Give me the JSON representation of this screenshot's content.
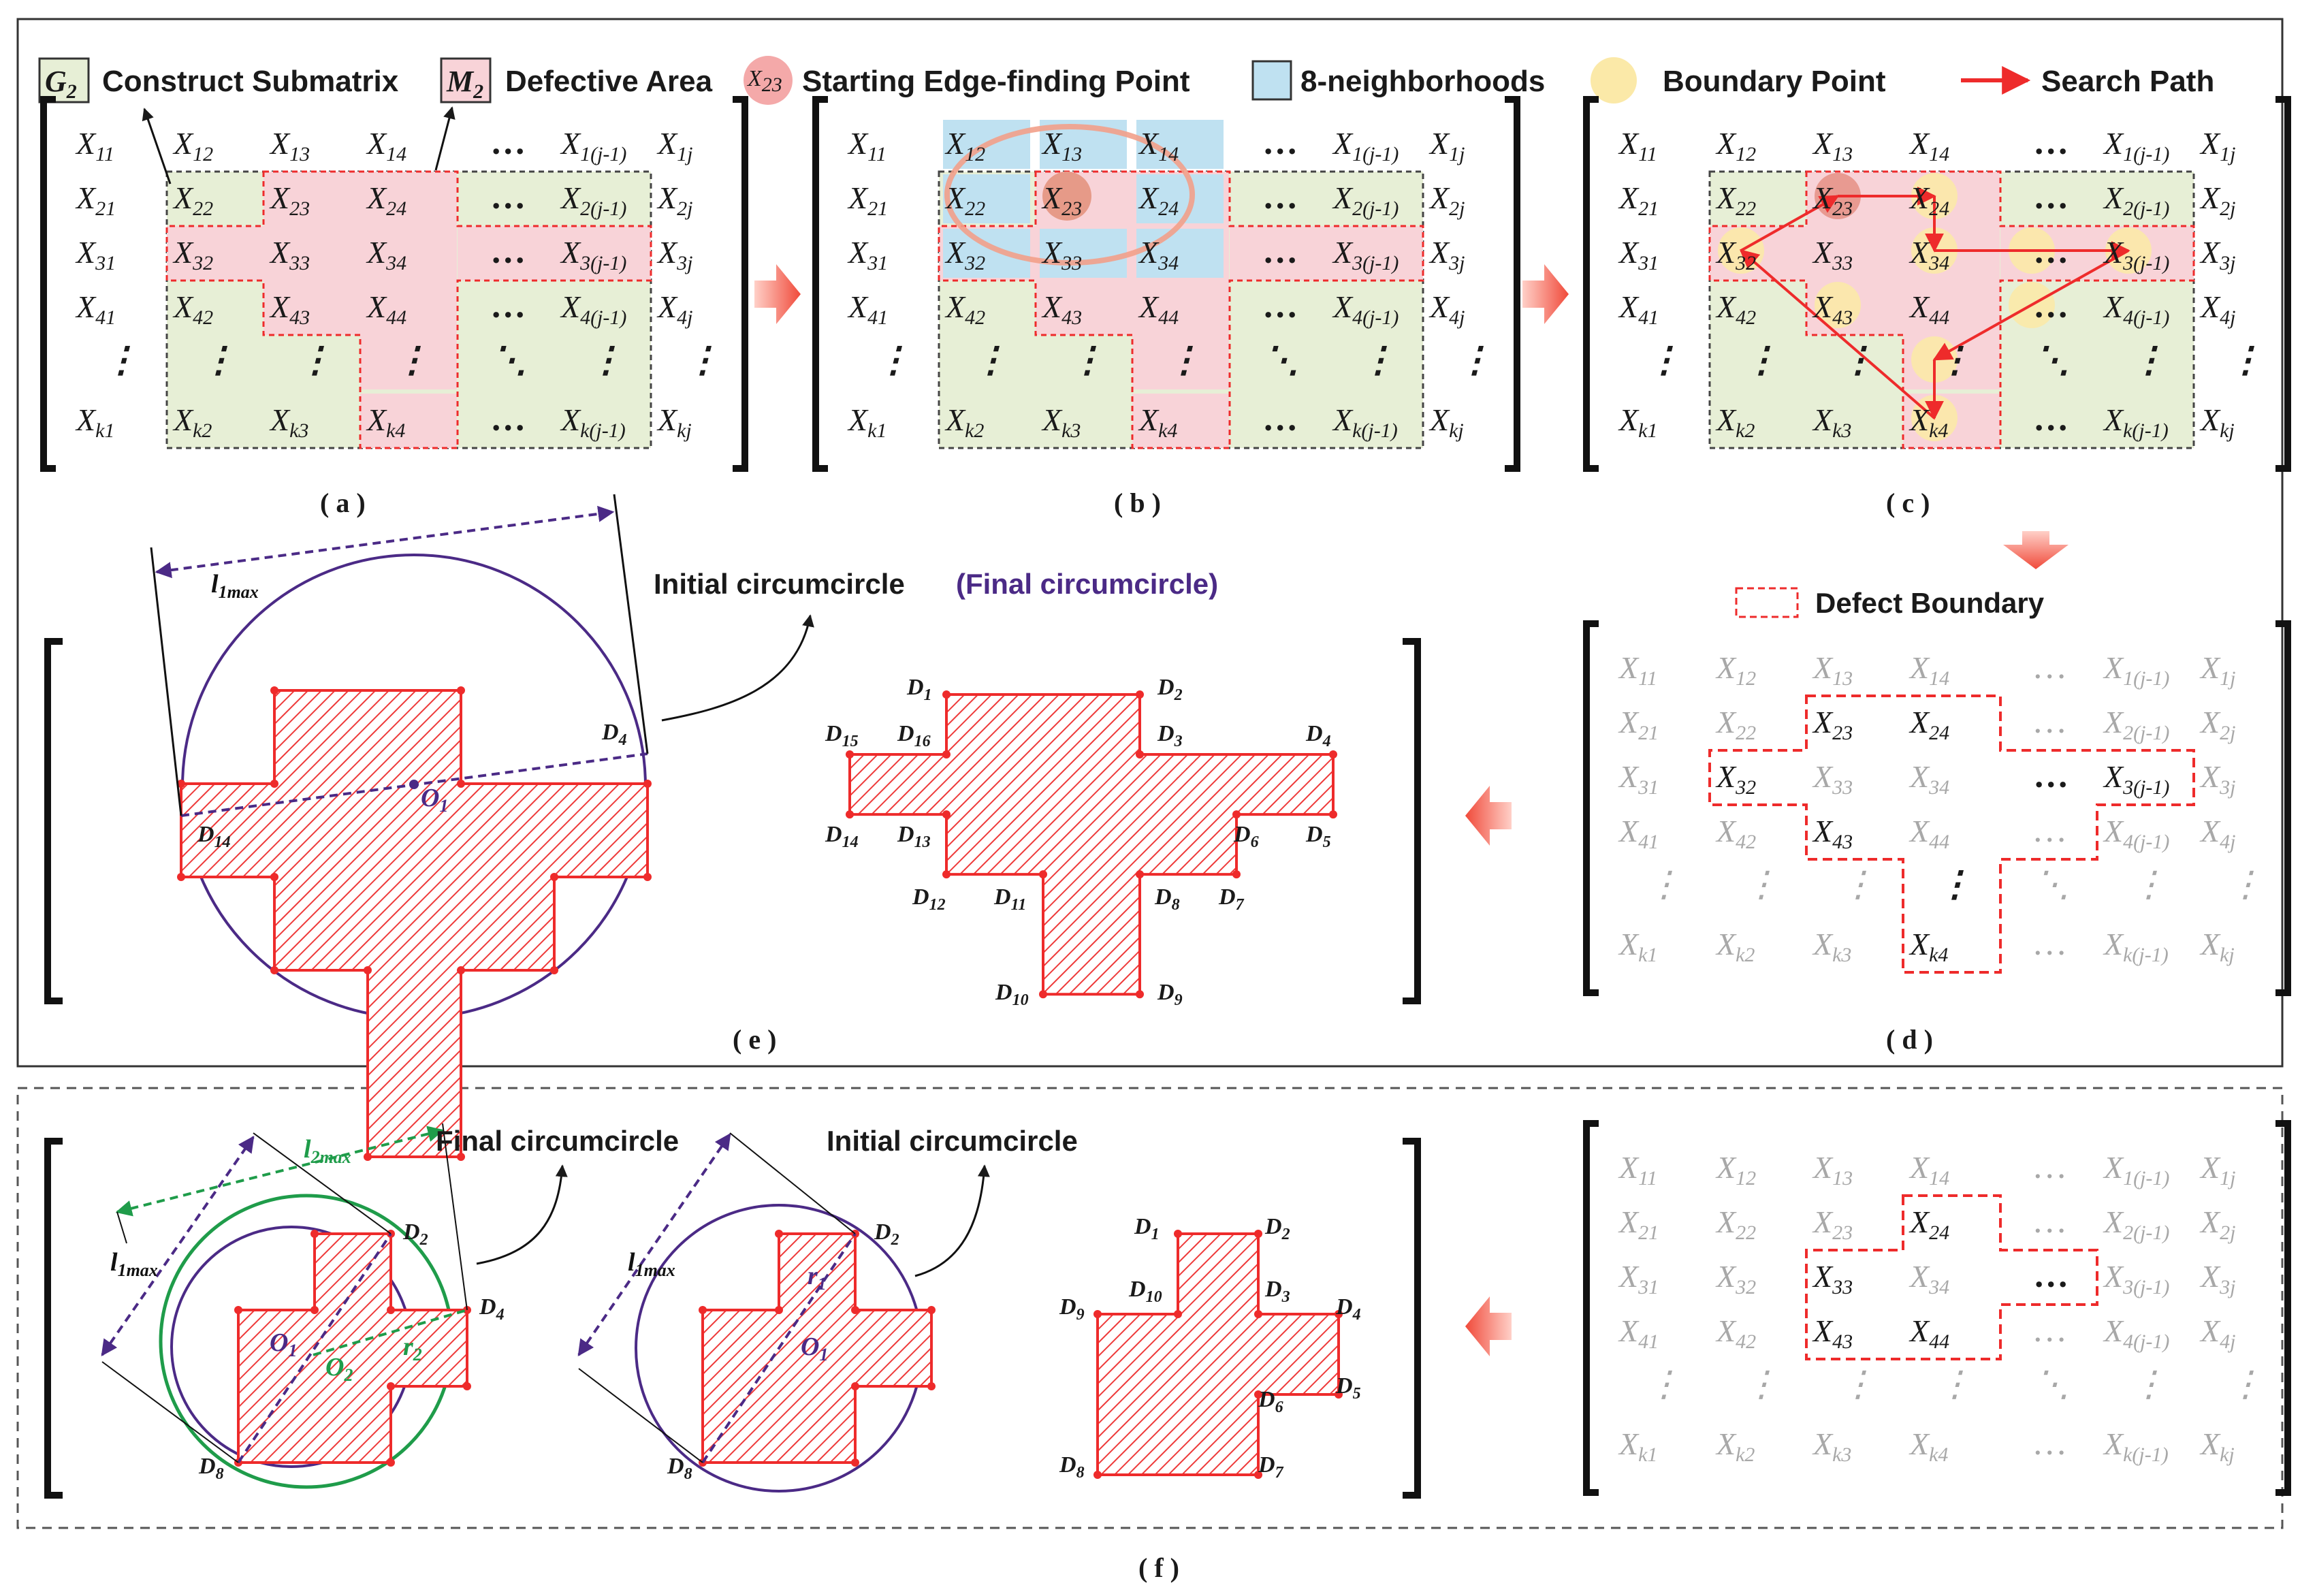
{
  "legend": {
    "construct_symbol": "G",
    "construct_sub": "2",
    "construct_label": "Construct Submatrix",
    "defective_symbol": "M",
    "defective_sub": "2",
    "defective_label": "Defective Area",
    "start_symbol": "X",
    "start_sub": "23",
    "start_label": "Starting Edge-finding Point",
    "neighborhood_label": "8-neighborhoods",
    "boundary_label": "Boundary Point",
    "search_label": "Search Path"
  },
  "matrix": {
    "rows": [
      [
        "11",
        "12",
        "13",
        "14",
        "…",
        "1(j-1)",
        "1j"
      ],
      [
        "21",
        "22",
        "23",
        "24",
        "…",
        "2(j-1)",
        "2j"
      ],
      [
        "31",
        "32",
        "33",
        "34",
        "…",
        "3(j-1)",
        "3j"
      ],
      [
        "41",
        "42",
        "43",
        "44",
        "…",
        "4(j-1)",
        "4j"
      ],
      [
        "⋮",
        "⋮",
        "⋮",
        "⋮",
        "⋱",
        "⋮",
        "⋮"
      ],
      [
        "k1",
        "k2",
        "k3",
        "k4",
        "…",
        "k(j-1)",
        "kj"
      ]
    ],
    "symbol": "X"
  },
  "captions": {
    "a": "( a )",
    "b": "( b )",
    "c": "( c )",
    "d": "( d )",
    "e": "( e )",
    "f": "( f )"
  },
  "panel_d": {
    "defect_boundary_label": "Defect Boundary",
    "highlighted": [
      "23",
      "24",
      "32",
      "…",
      "3(j-1)",
      "43",
      "⋮",
      "k4"
    ]
  },
  "panel_e": {
    "initial_circ": "Initial circumcircle",
    "final_circ": "(Final circumcircle)",
    "l_label": "l",
    "l_sub": "1max",
    "o_label": "O",
    "o_sub": "1",
    "points_left": [
      "D4",
      "D14"
    ],
    "points_right": [
      "D1",
      "D2",
      "D3",
      "D4",
      "D5",
      "D6",
      "D7",
      "D8",
      "D9",
      "D10",
      "D11",
      "D12",
      "D13",
      "D14",
      "D15",
      "D16"
    ]
  },
  "panel_f": {
    "final_circ": "Final circumcircle",
    "initial_circ": "Initial circumcircle",
    "l1": "l",
    "l1_sub": "1max",
    "l2": "l",
    "l2_sub": "2max",
    "o1": "O",
    "o1_sub": "1",
    "o2": "O",
    "o2_sub": "2",
    "r1": "r",
    "r1_sub": "1",
    "r2": "r",
    "r2_sub": "2",
    "points": [
      "D1",
      "D2",
      "D3",
      "D4",
      "D5",
      "D6",
      "D7",
      "D8",
      "D9",
      "D10"
    ],
    "highlighted": [
      "24",
      "33",
      "…",
      "43",
      "44"
    ]
  },
  "colors": {
    "pink": "#f8d3d8",
    "green": "#e7efd6",
    "blue": "#bfe1f1",
    "yellow": "#fbe9a8",
    "red": "#ee2b2b",
    "purple": "#4b2a86",
    "circle_green": "#1f9c4a",
    "hatch": "#ee3a3a"
  }
}
